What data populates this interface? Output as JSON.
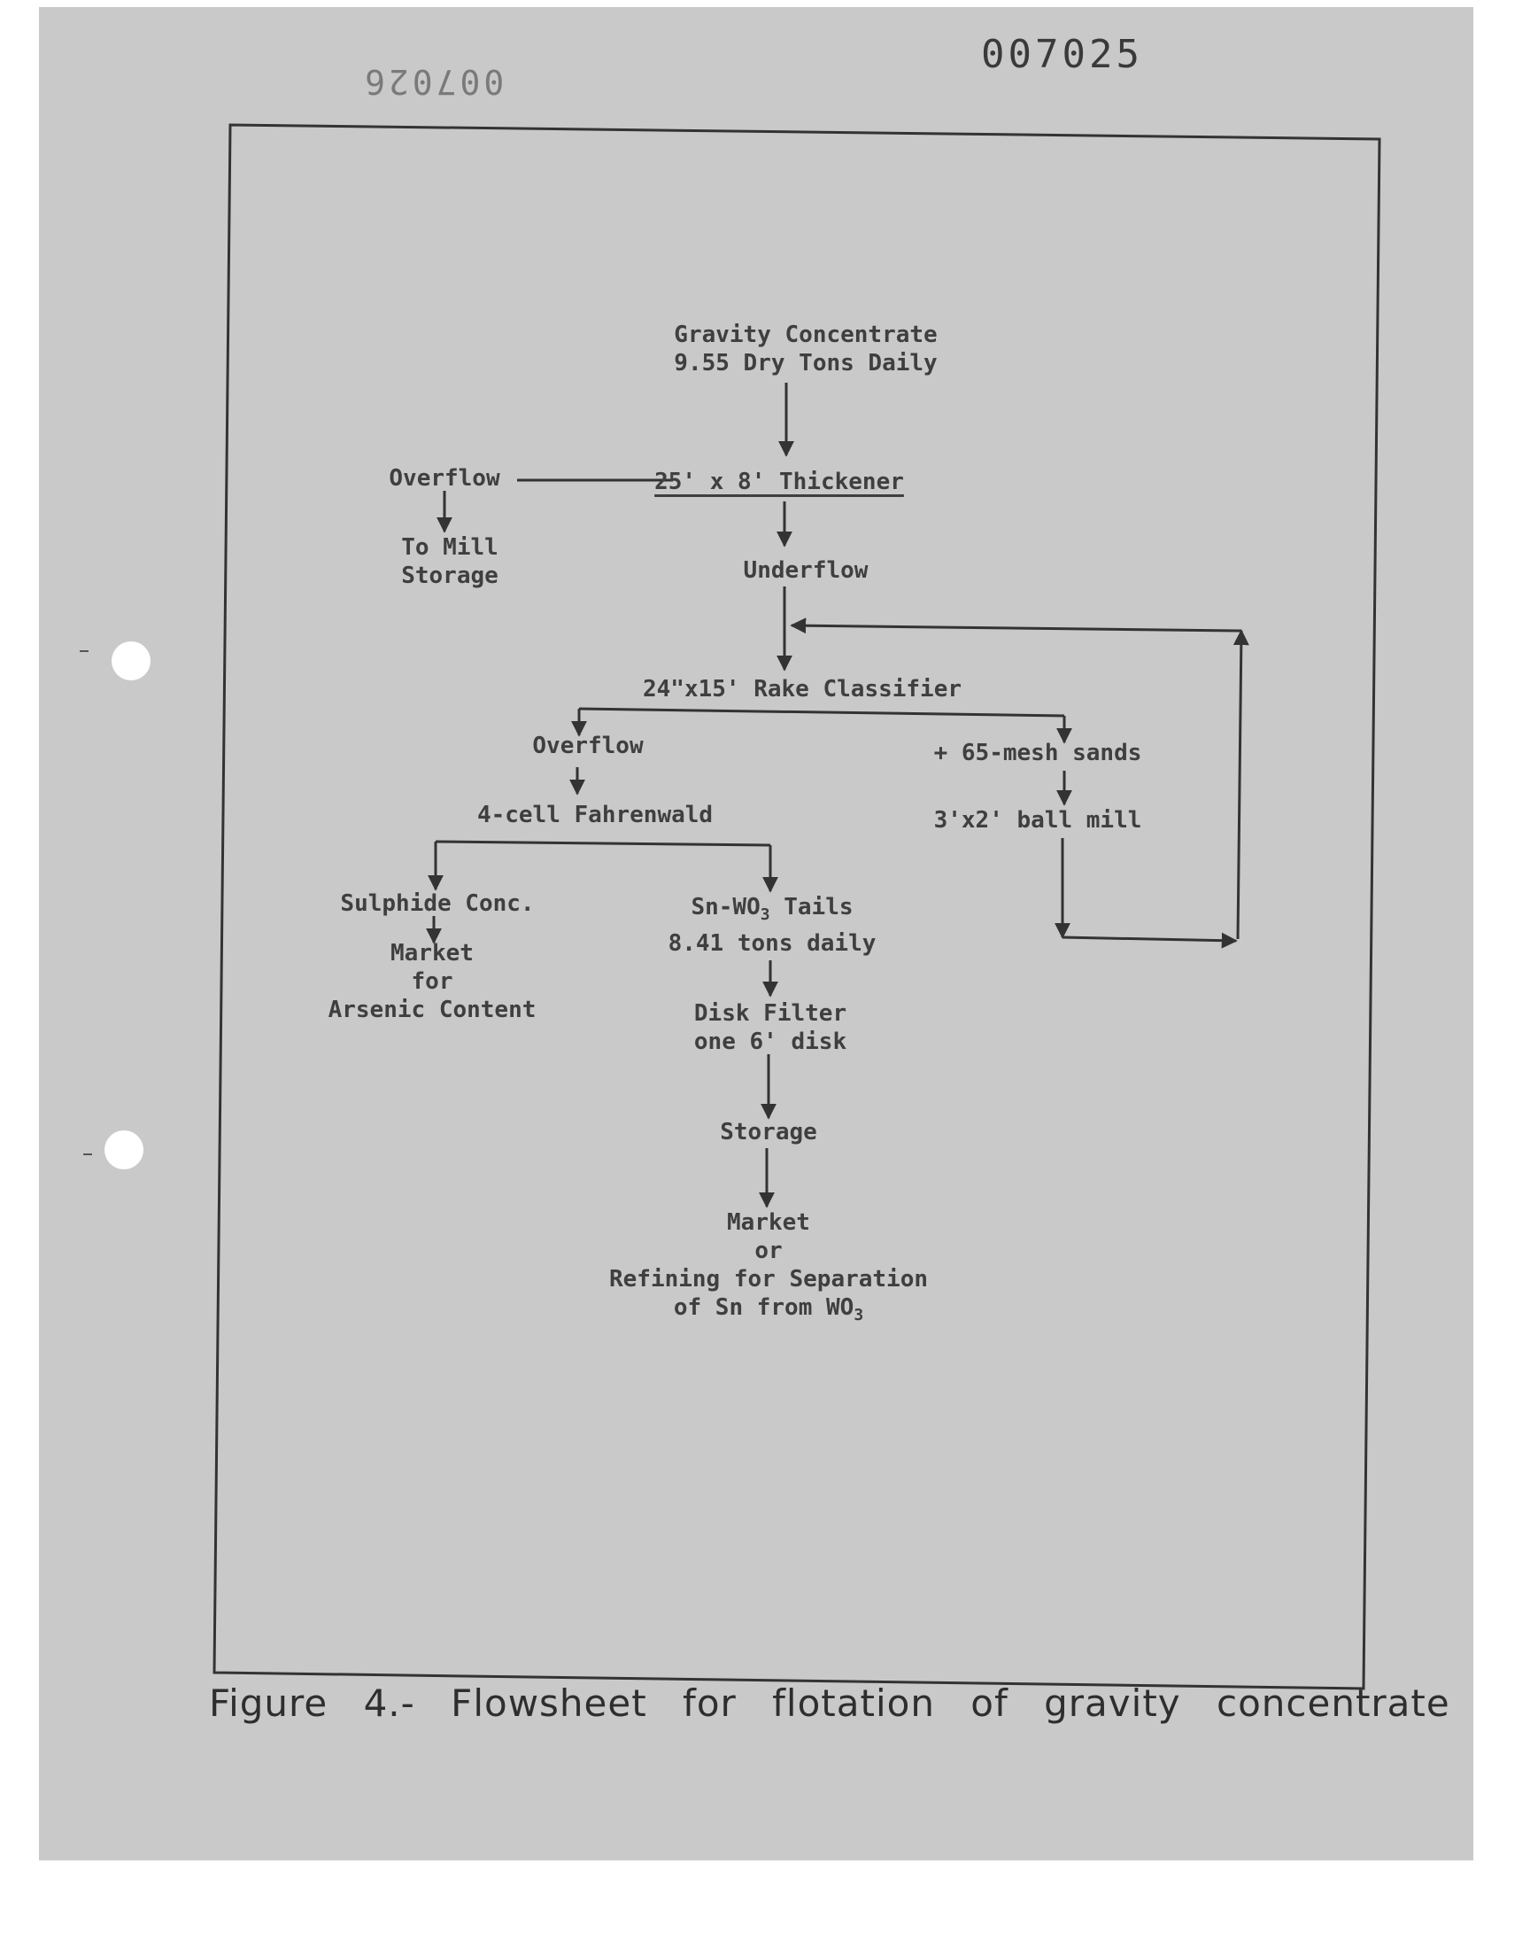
{
  "page": {
    "stamp_top_right": "007025",
    "stamp_top_left_mirrored": "007026"
  },
  "flowsheet": {
    "feed": {
      "line1": "Gravity Concentrate",
      "line2": "9.55 Dry Tons Daily"
    },
    "thickener": "25' x 8' Thickener",
    "thickener_overflow": "Overflow",
    "to_mill": {
      "line1": "To Mill",
      "line2": "Storage"
    },
    "underflow": "Underflow",
    "classifier": "24\"x15' Rake Classifier",
    "classifier_overflow": "Overflow",
    "sands": "+ 65-mesh sands",
    "fahrenwald": "4-cell Fahrenwald",
    "ball_mill": "3'x2' ball mill",
    "sulphide": "Sulphide Conc.",
    "market_arsenic": {
      "line1": "Market",
      "line2": "for",
      "line3": "Arsenic Content"
    },
    "tails": {
      "line1_prefix": "Sn-WO",
      "line1_sub": "3",
      "line1_suffix": " Tails",
      "line2": "8.41 tons daily"
    },
    "disk_filter": {
      "line1": "Disk Filter",
      "line2": "one 6' disk"
    },
    "storage": "Storage",
    "market_final": {
      "line1": "Market",
      "line2": "or",
      "line3": "Refining for Separation",
      "line4_prefix": "of Sn from WO",
      "line4_sub": "3"
    }
  },
  "caption": "Figure 4.- Flowsheet for flotation of gravity concentrate"
}
